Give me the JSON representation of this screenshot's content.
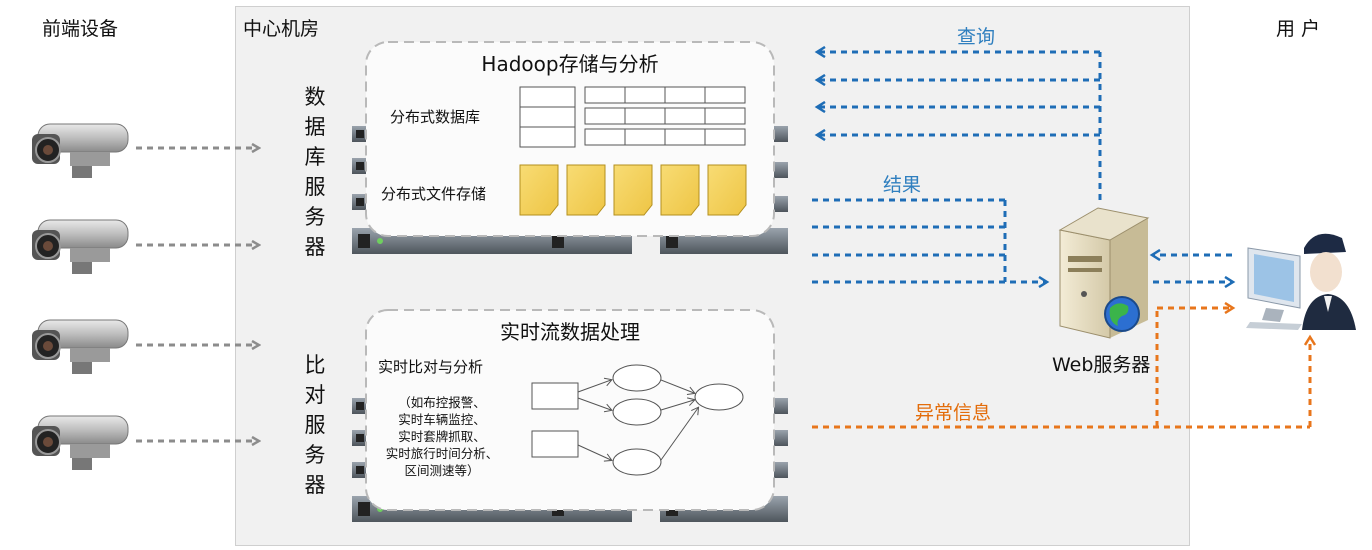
{
  "labels": {
    "frontend": "前端设备",
    "center_room": "中心机房",
    "user": "用 户",
    "db_servers": [
      "数",
      "据",
      "库",
      "服",
      "务",
      "器"
    ],
    "cmp_servers": [
      "比",
      "对",
      "服",
      "务",
      "器"
    ],
    "web_server": "Web服务器"
  },
  "hadoop": {
    "title": "Hadoop存储与分析",
    "db_label": "分布式数据库",
    "fs_label": "分布式文件存储"
  },
  "realtime": {
    "title": "实时流数据处理",
    "sub_label": "实时比对与分析",
    "notes": [
      "（如布控报警、",
      "实时车辆监控、",
      "实时套牌抓取、",
      "实时旅行时间分析、",
      "区间测速等）"
    ]
  },
  "flows": {
    "query": "查询",
    "result": "结果",
    "alert": "异常信息"
  },
  "colors": {
    "blue": "#1e6db6",
    "orange": "#e8761c",
    "gray": "#8c8c8c",
    "note_yellow": "#f4d25c"
  }
}
